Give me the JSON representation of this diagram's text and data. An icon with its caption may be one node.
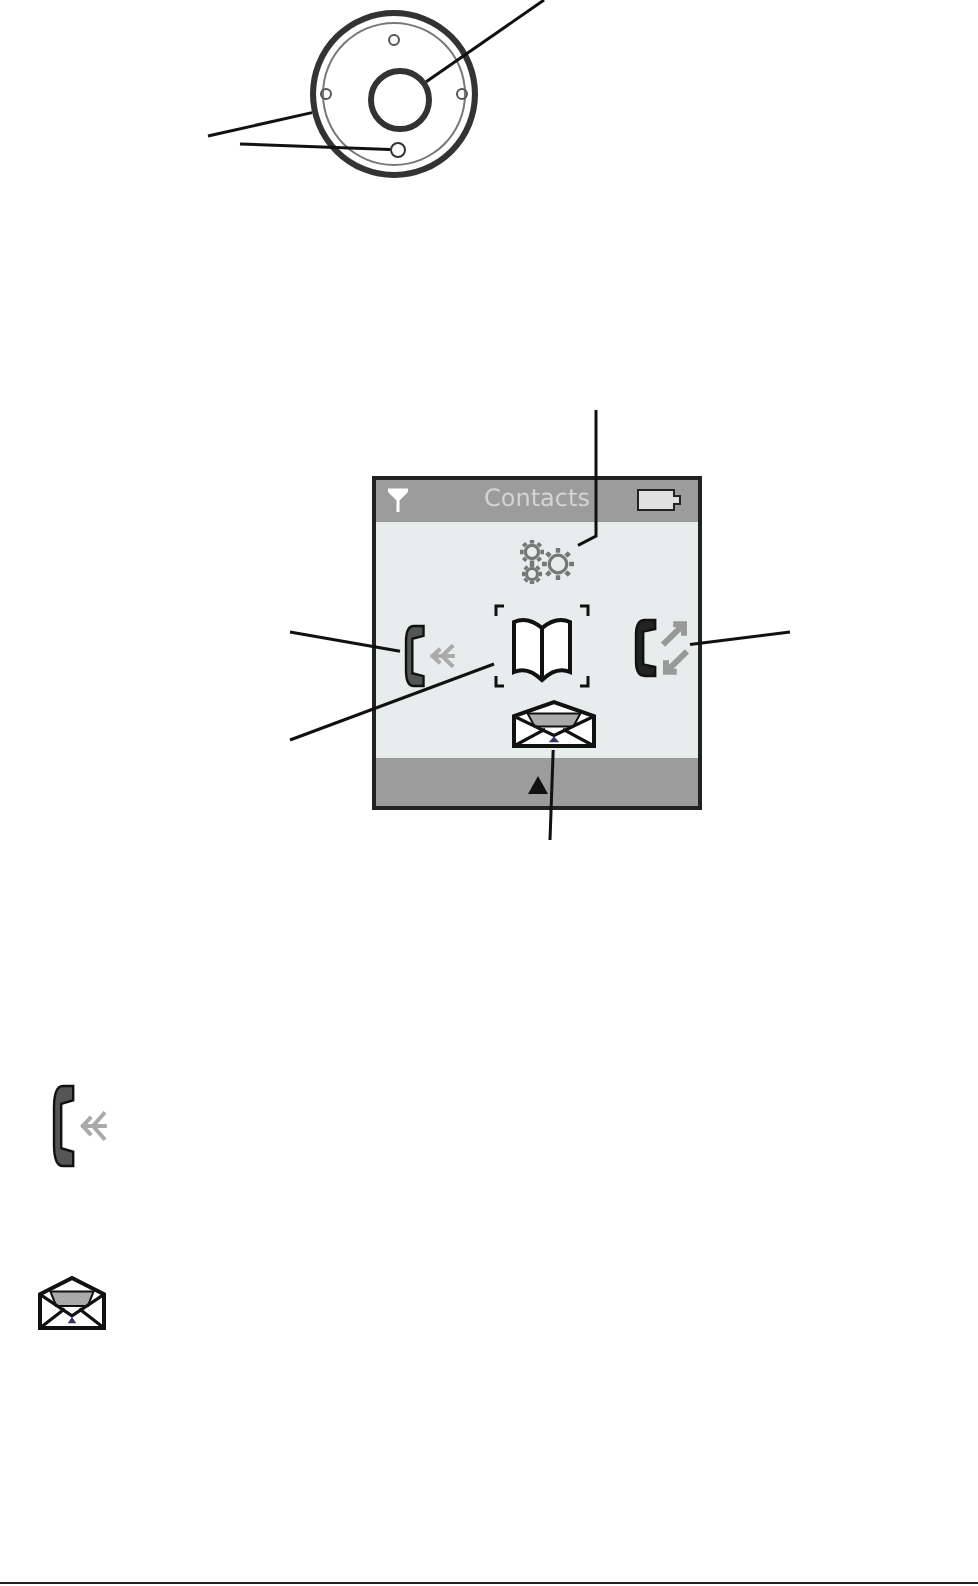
{
  "diagram": {
    "nodes": [
      {
        "text": [],
        "shape": "circle"
      },
      {
        "text": [],
        "shape": "circle",
        "in": 0
      },
      {
        "text": [],
        "shape": "circle",
        "in": 0
      },
      {
        "text": [
          "Contacts"
        ]
      },
      {
        "text": [],
        "shape": "gear",
        "in": 3
      },
      {
        "text": [],
        "shape": "phone",
        "in": 3
      },
      {
        "text": [],
        "shape": "book",
        "in": 3
      },
      {
        "text": [],
        "shape": "phone",
        "in": 3
      },
      {
        "text": [],
        "shape": "envelope",
        "in": 3
      },
      {
        "text": [],
        "shape": "phone"
      },
      {
        "text": [],
        "shape": "envelope"
      }
    ],
    "edges": [
      {
        "from": null,
        "to": 1,
        "arrow": "none"
      },
      {
        "from": null,
        "to": 0,
        "arrow": "none"
      },
      {
        "from": null,
        "to": 2,
        "arrow": "none"
      },
      {
        "from": null,
        "to": 4,
        "arrow": "none"
      },
      {
        "from": null,
        "to": 5,
        "arrow": "none"
      },
      {
        "from": null,
        "to": 6,
        "arrow": "none"
      },
      {
        "from": null,
        "to": 7,
        "arrow": "none"
      },
      {
        "from": null,
        "to": 8,
        "arrow": "none"
      }
    ]
  }
}
